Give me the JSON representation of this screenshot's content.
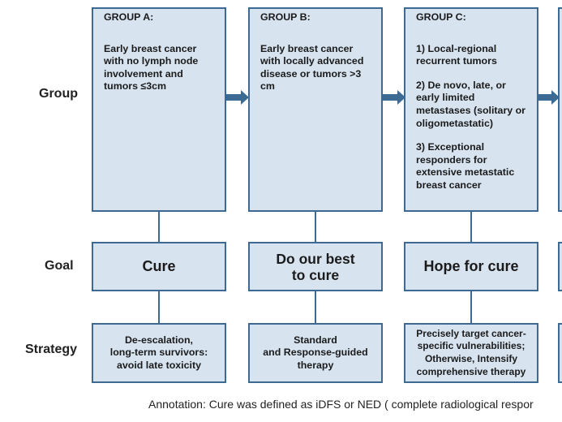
{
  "row_labels": {
    "group": "Group",
    "goal": "Goal",
    "strategy": "Strategy"
  },
  "groups": [
    {
      "title": "GROUP A:",
      "text": "Early breast cancer\nwith no lymph node\ninvolvement and\ntumors ≤3cm"
    },
    {
      "title": "GROUP B:",
      "text": "Early breast cancer\nwith locally advanced\ndisease or tumors >3\ncm"
    },
    {
      "title": "GROUP C:",
      "items": [
        "1) Local-regional\nrecurrent tumors",
        "2) De novo, late,  or\nearly limited\nmetastases (solitary or\noligometastatic)",
        "3) Exceptional\nresponders for\nextensive metastatic\nbreast cancer"
      ]
    }
  ],
  "goals": [
    "Cure",
    "Do our best\nto cure",
    "Hope for cure"
  ],
  "strategies": [
    "De-escalation,\nlong-term survivors:\navoid late toxicity",
    "Standard\nand Response-guided\ntherapy",
    "Precisely target cancer-\nspecific vulnerabilities;\nOtherwise, Intensify\ncomprehensive therapy"
  ],
  "annotation": "Annotation: Cure was defined as iDFS or NED ( complete radiological respor",
  "colors": {
    "box_fill": "#d7e3ef",
    "box_border": "#3d6a93",
    "arrow": "#3d6a93"
  }
}
